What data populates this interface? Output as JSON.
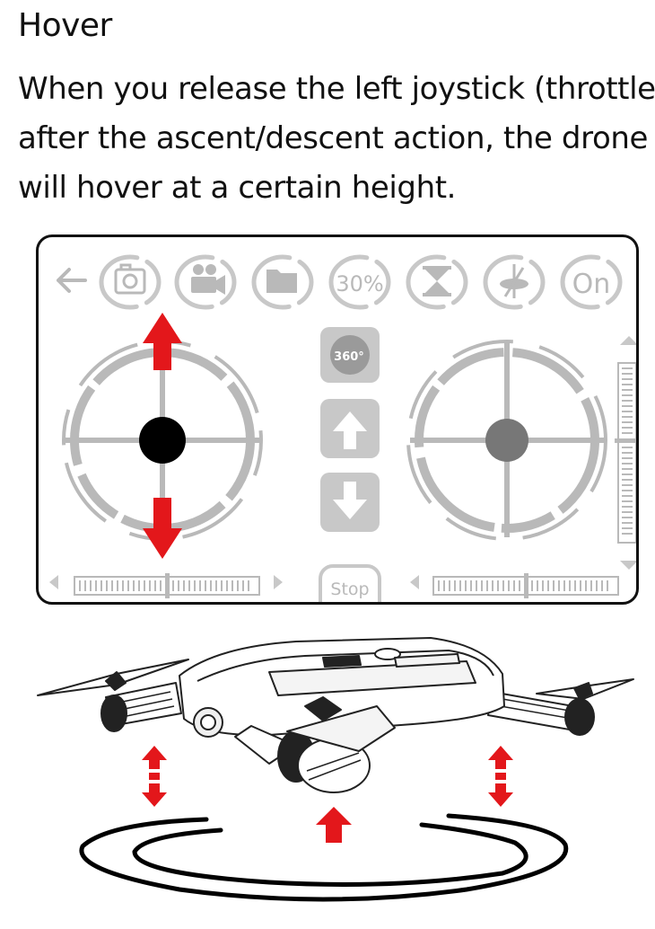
{
  "heading": "Hover",
  "paragraph": [
    "When you release the left joystick (throttle)",
    "after the ascent/descent action, the drone",
    "will hover at a certain height."
  ],
  "controller": {
    "top_bar": {
      "items": [
        {
          "icon": "back-arrow-icon"
        },
        {
          "icon": "camera-icon"
        },
        {
          "icon": "video-camera-icon"
        },
        {
          "icon": "folder-icon"
        },
        {
          "label": "30%"
        },
        {
          "icon": "hourglass-icon"
        },
        {
          "icon": "gyro-icon"
        },
        {
          "label": "On"
        }
      ]
    },
    "center_buttons": {
      "flip_label": "360°",
      "stop_label": "Stop"
    },
    "left_stick": {
      "knob_color": "#000000",
      "arrow_color": "#e3171b"
    },
    "right_stick": {
      "knob_color": "#777777"
    },
    "ui_gray": "#b9b9b9"
  },
  "illustration": {
    "arrow_color": "#e3171b"
  }
}
